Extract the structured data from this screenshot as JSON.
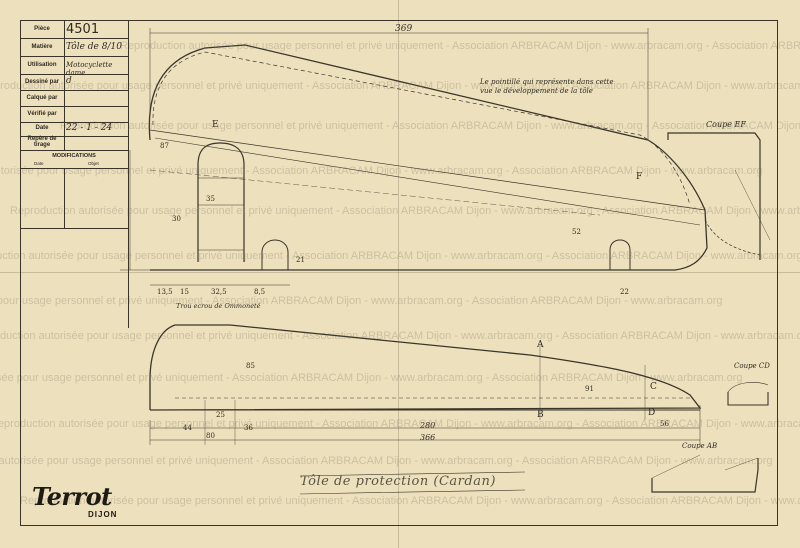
{
  "title_block": {
    "piece_label": "Pièce",
    "piece_value": "4501",
    "matiere_label": "Matière",
    "matiere_value": "Tôle de 8/10",
    "utilisation_label": "Utilisation",
    "utilisation_value": "Motocyclette dame",
    "dessine_label": "Dessiné par",
    "dessine_value": "d",
    "calque_label": "Calqué par",
    "calque_value": "",
    "verifie_label": "Vérifié par",
    "verifie_value": "",
    "date_label": "Date",
    "date_value": "22 - 1 - 24",
    "repere_label": "Repère de tirage",
    "repere_value": "",
    "modifications_label": "MODIFICATIONS",
    "mod_date_label": "Date",
    "mod_objet_label": "Objet"
  },
  "logo": {
    "brand": "Terrot",
    "city": "DIJON"
  },
  "drawing": {
    "title": "Tôle de protection (Cardan)",
    "note_top": "Le pointillé qui représente dans cette vue le développement de la tôle",
    "coupe_ef": "Coupe EF",
    "coupe_cd": "Coupe CD",
    "coupe_ab": "Coupe AB",
    "dims": [
      "369",
      "366",
      "280",
      "44",
      "80",
      "36",
      "25",
      "56",
      "21",
      "13,5",
      "15",
      "32,5",
      "8,5",
      "22",
      "87",
      "91",
      "30",
      "35",
      "52",
      "85"
    ],
    "note_rivet": "Trou ecrou de Ommoneté",
    "letters": [
      "E",
      "F",
      "C",
      "D",
      "A",
      "B"
    ]
  },
  "watermark": "Reproduction autorisée pour usage personnel et privé uniquement - Association ARBRACAM Dijon - www.arbracam.org - Association ARBRACAM Dijon - www.arbracam.org"
}
